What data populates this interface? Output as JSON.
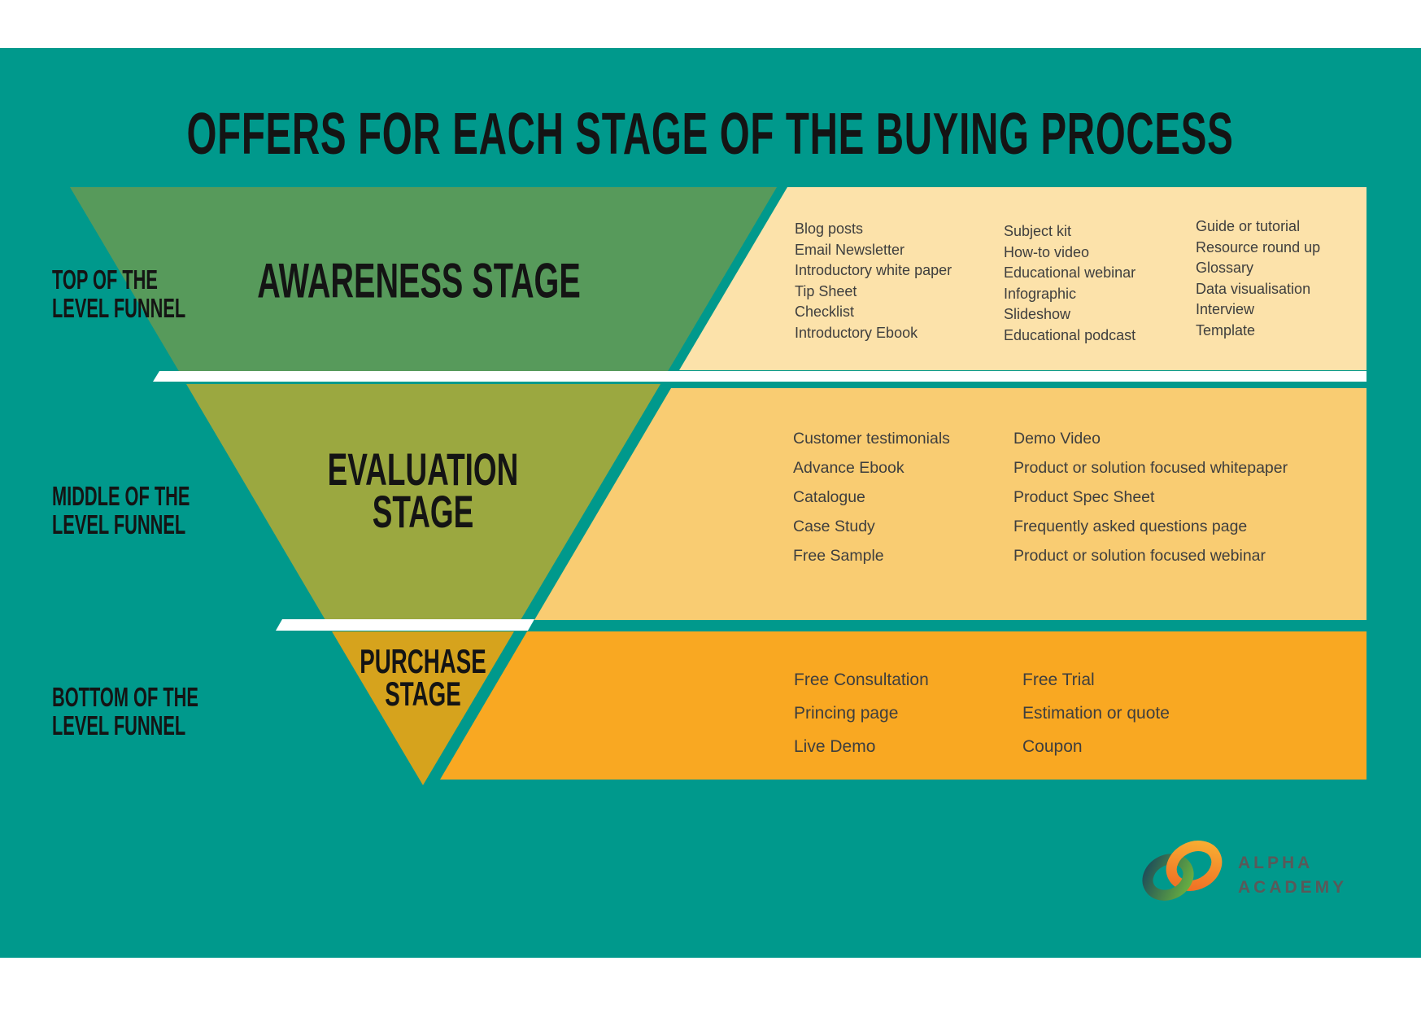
{
  "title": "OFFERS FOR EACH STAGE OF THE BUYING PROCESS",
  "colors": {
    "teal": "#00998C",
    "funnel_green": "#579A5B",
    "funnel_olive": "#9BA840",
    "funnel_gold": "#D6A31D",
    "box_cream": "#FCE2AA",
    "box_yellow": "#F9CC72",
    "box_orange": "#F9A822",
    "separator_white": "#FFFFFF",
    "heading_text": "#141414",
    "offer_text": "#3E3E3E",
    "logo_text": "#595959",
    "logo_orange_1": "#F9B233",
    "logo_orange_2": "#EF6A24",
    "logo_green_1": "#6CB43F",
    "logo_dark": "#1C4A5A"
  },
  "funnel": {
    "awareness": {
      "side_label": [
        "TOP OF THE",
        "LEVEL FUNNEL"
      ],
      "stage_title": [
        "AWARENESS STAGE"
      ],
      "offers_col1": [
        "Blog posts",
        "Email Newsletter",
        "Introductory white paper",
        "Tip Sheet",
        "Checklist",
        "Introductory Ebook"
      ],
      "offers_col2": [
        "Subject kit",
        "How-to video",
        "Educational webinar",
        "Infographic",
        "Slideshow",
        "Educational podcast"
      ],
      "offers_col3": [
        "Guide or tutorial",
        "Resource round up",
        "Glossary",
        "Data visualisation",
        "Interview",
        "Template"
      ]
    },
    "evaluation": {
      "side_label": [
        "MIDDLE OF THE",
        "LEVEL FUNNEL"
      ],
      "stage_title": [
        "EVALUATION",
        "STAGE"
      ],
      "offers_col1": [
        "Customer testimonials",
        "Advance Ebook",
        "Catalogue",
        "Case Study",
        "Free Sample"
      ],
      "offers_col2": [
        "Demo Video",
        "Product or solution focused whitepaper",
        "Product Spec Sheet",
        "Frequently asked questions page",
        "Product or solution focused webinar"
      ]
    },
    "purchase": {
      "side_label": [
        "BOTTOM OF THE",
        "LEVEL FUNNEL"
      ],
      "stage_title": [
        "PURCHASE",
        "STAGE"
      ],
      "offers_col1": [
        "Free Consultation",
        "Princing page",
        "Live Demo"
      ],
      "offers_col2": [
        "Free Trial",
        "Estimation or quote",
        "Coupon"
      ]
    }
  },
  "logo": {
    "name_line1": "ALPHA",
    "name_line2": "ACADEMY"
  }
}
